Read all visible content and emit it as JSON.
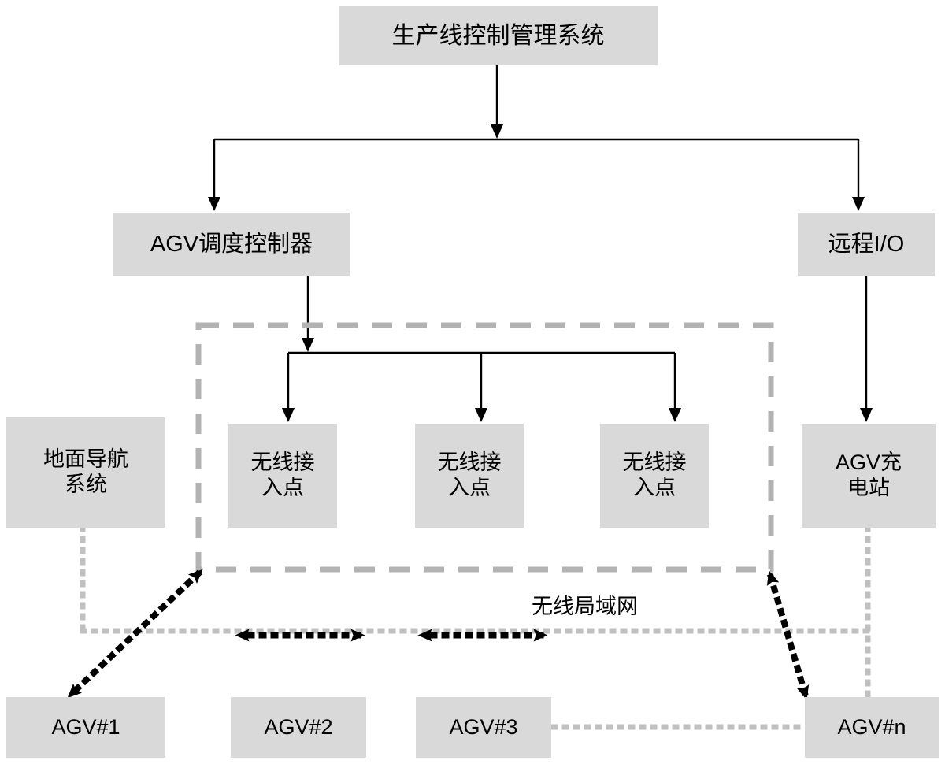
{
  "diagram": {
    "title_block": {
      "label": "生产线控制管理系统"
    },
    "level2": [
      {
        "id": "agv-dispatch-controller",
        "label": "AGV调度控制器"
      },
      {
        "id": "remote-io",
        "label": "远程I/O"
      }
    ],
    "level3": [
      {
        "id": "ground-navigation-system",
        "label": "地面导航\n系统"
      },
      {
        "id": "wireless-access-point-1",
        "label": "无线接\n入点"
      },
      {
        "id": "wireless-access-point-2",
        "label": "无线接\n入点"
      },
      {
        "id": "wireless-access-point-3",
        "label": "无线接\n入点"
      },
      {
        "id": "agv-charging-station",
        "label": "AGV充\n电站"
      }
    ],
    "agvs": [
      {
        "id": "agv-1",
        "label": "AGV#1"
      },
      {
        "id": "agv-2",
        "label": "AGV#2"
      },
      {
        "id": "agv-3",
        "label": "AGV#3"
      },
      {
        "id": "agv-n",
        "label": "AGV#n"
      }
    ],
    "annotations": {
      "wlan_zone_label": "无线局域网"
    },
    "colors": {
      "box_fill": "#d9d9d9",
      "solid_connector": "#000000",
      "dashed_zone": "#b3b3b3",
      "gray_dotted_link": "#c0c0c0",
      "black_dotted_link": "#000000",
      "text": "#000000",
      "background": "#ffffff"
    }
  }
}
